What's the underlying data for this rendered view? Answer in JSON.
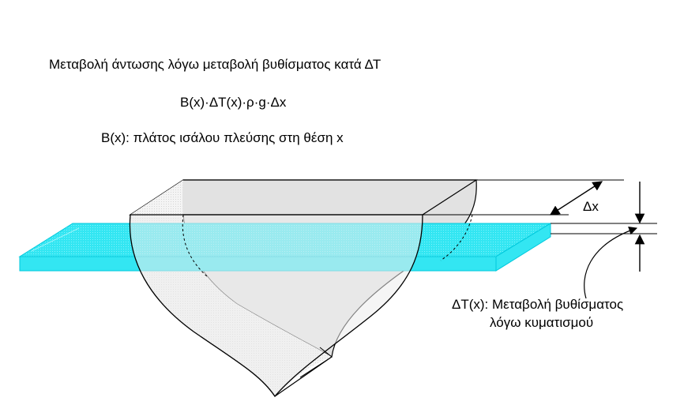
{
  "header": {
    "title": "Μεταβολή άντωσης λόγω μεταβολή βυθίσματος κατά ΔΤ",
    "formula": "B(x)·ΔT(x)·ρ·g·Δx",
    "definition": "B(x): πλάτος ισάλου πλεύσης στη θέση x"
  },
  "labels": {
    "dx": "Δx",
    "dt_line1": "ΔT(x): Μεταβολή βυθίσματος",
    "dt_line2": "λόγω κυματισμού"
  },
  "colors": {
    "waterplane": "#33e6f2",
    "waterplane_edge": "#00c8dc",
    "hull_fill": "#e4e4e4",
    "hull_light": "#f2f2f2",
    "stroke": "#000000"
  }
}
